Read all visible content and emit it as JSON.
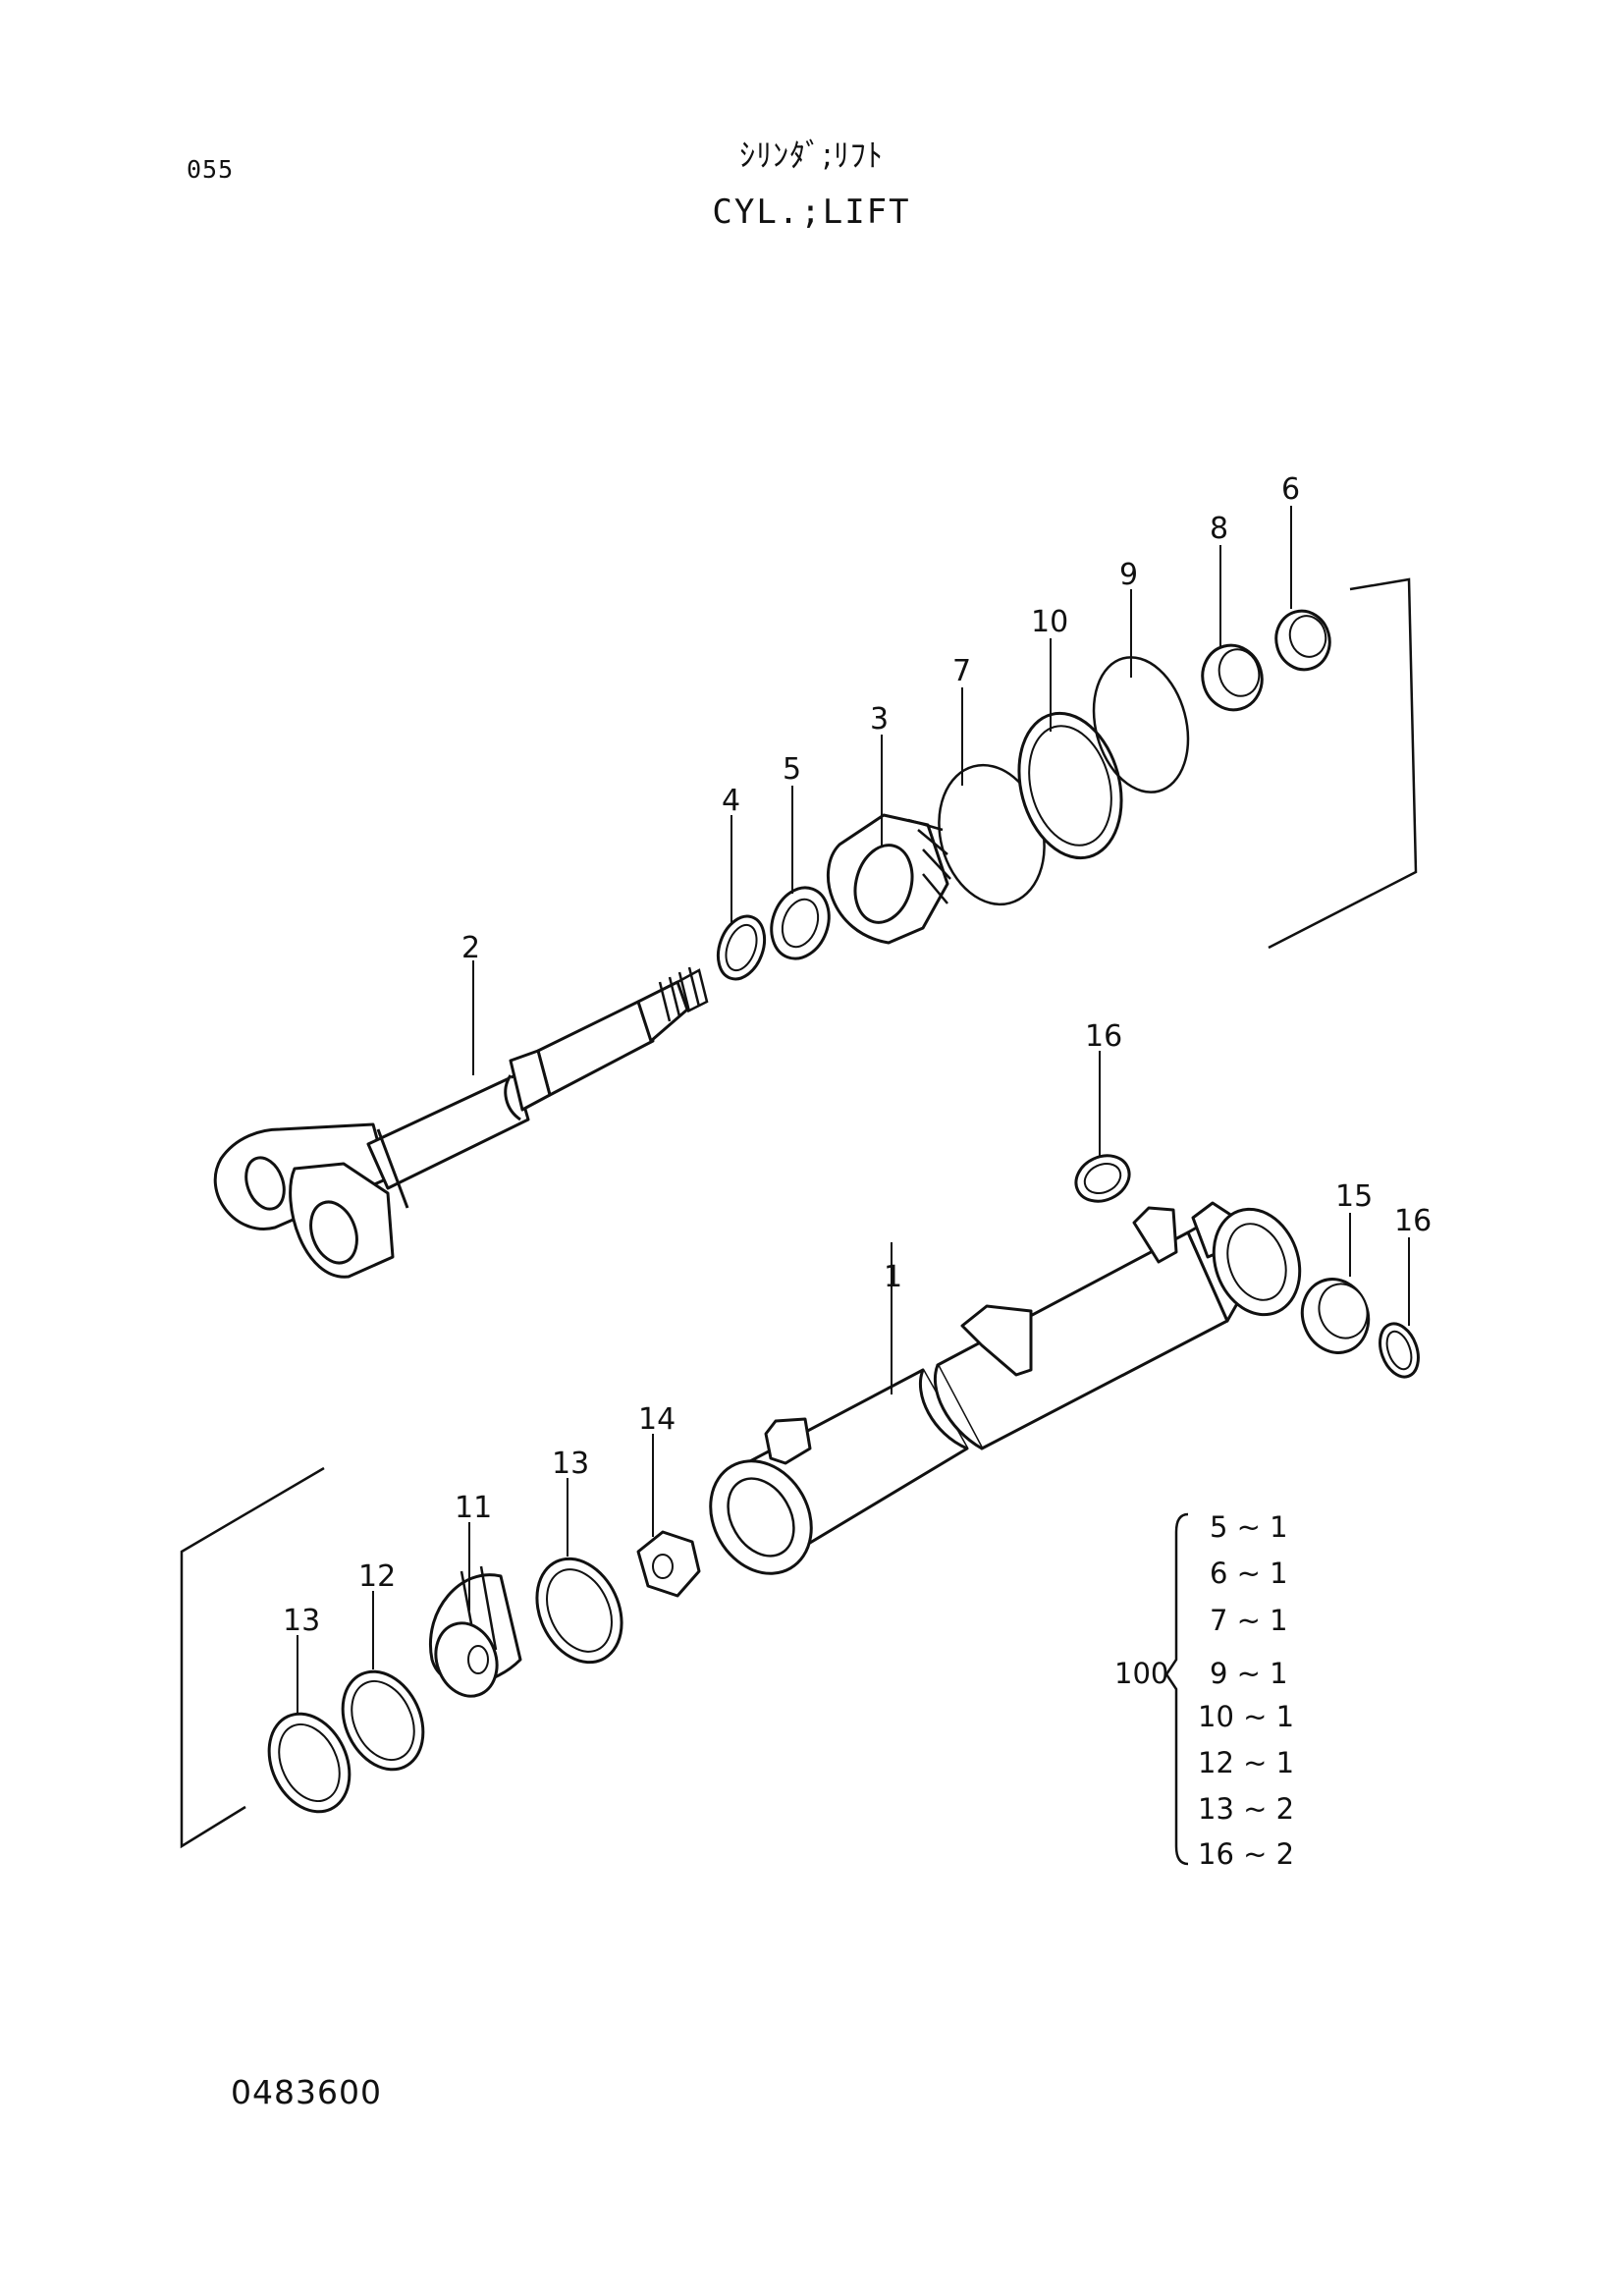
{
  "header": {
    "page_number": "055",
    "title_jp": "ｼﾘﾝﾀﾞ;ﾘﾌﾄ",
    "title_en": "CYL.;LIFT"
  },
  "callouts": {
    "p1": "1",
    "p2": "2",
    "p3": "3",
    "p4": "4",
    "p5": "5",
    "p6": "6",
    "p7": "7",
    "p8": "8",
    "p9": "9",
    "p10": "10",
    "p11": "11",
    "p12": "12",
    "p13a": "13",
    "p13b": "13",
    "p14": "14",
    "p15": "15",
    "p16a": "16",
    "p16b": "16"
  },
  "kit": {
    "label": "100",
    "items": [
      "5 ~ 1",
      "6 ~ 1",
      "7 ~ 1",
      "9 ~ 1",
      "10 ~ 1",
      "12 ~ 1",
      "13 ~ 2",
      "16 ~ 2"
    ]
  },
  "footer": {
    "drawing_number": "0483600"
  }
}
